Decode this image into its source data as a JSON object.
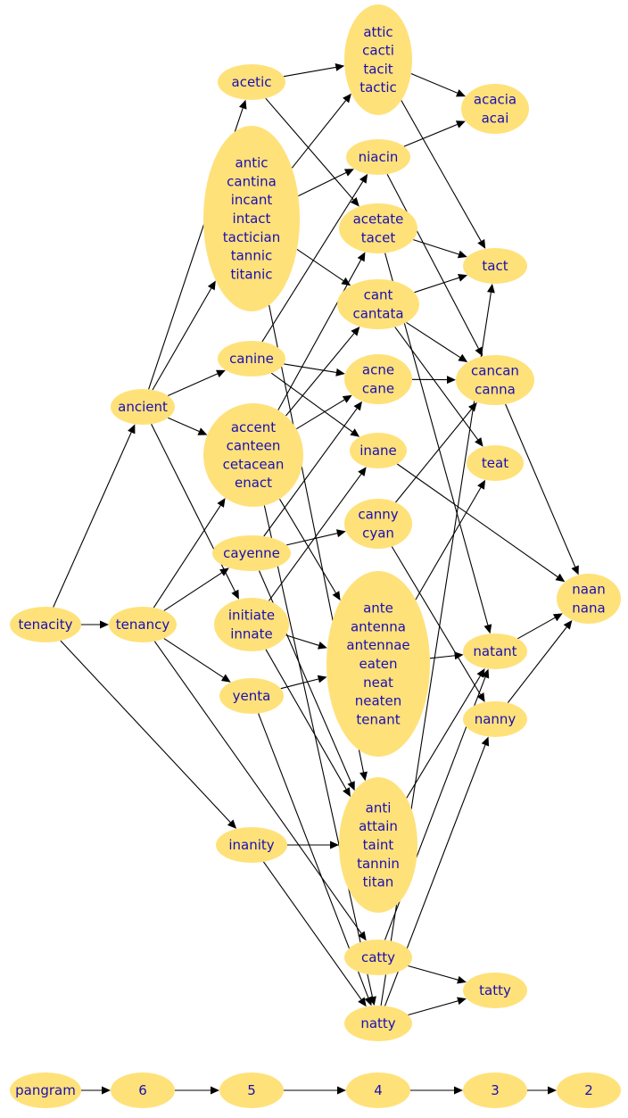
{
  "diagram": {
    "colors": {
      "node_fill": "#ffe17a",
      "label": "#1a0fb0",
      "edge": "#000000"
    },
    "nodes": [
      {
        "id": "tenacity",
        "lines": [
          "tenacity"
        ]
      },
      {
        "id": "tenancy",
        "lines": [
          "tenancy"
        ]
      },
      {
        "id": "ancient",
        "lines": [
          "ancient"
        ]
      },
      {
        "id": "acetic",
        "lines": [
          "acetic"
        ]
      },
      {
        "id": "antic",
        "lines": [
          "antic",
          "cantina",
          "incant",
          "intact",
          "tactician",
          "tannic",
          "titanic"
        ]
      },
      {
        "id": "canine",
        "lines": [
          "canine"
        ]
      },
      {
        "id": "accent",
        "lines": [
          "accent",
          "canteen",
          "cetacean",
          "enact"
        ]
      },
      {
        "id": "cayenne",
        "lines": [
          "cayenne"
        ]
      },
      {
        "id": "initiate",
        "lines": [
          "initiate",
          "innate"
        ]
      },
      {
        "id": "yenta",
        "lines": [
          "yenta"
        ]
      },
      {
        "id": "inanity",
        "lines": [
          "inanity"
        ]
      },
      {
        "id": "attic",
        "lines": [
          "attic",
          "cacti",
          "tacit",
          "tactic"
        ]
      },
      {
        "id": "niacin",
        "lines": [
          "niacin"
        ]
      },
      {
        "id": "acetate",
        "lines": [
          "acetate",
          "tacet"
        ]
      },
      {
        "id": "cant",
        "lines": [
          "cant",
          "cantata"
        ]
      },
      {
        "id": "acne",
        "lines": [
          "acne",
          "cane"
        ]
      },
      {
        "id": "inane",
        "lines": [
          "inane"
        ]
      },
      {
        "id": "canny",
        "lines": [
          "canny",
          "cyan"
        ]
      },
      {
        "id": "ante",
        "lines": [
          "ante",
          "antenna",
          "antennae",
          "eaten",
          "neat",
          "neaten",
          "tenant"
        ]
      },
      {
        "id": "anti",
        "lines": [
          "anti",
          "attain",
          "taint",
          "tannin",
          "titan"
        ]
      },
      {
        "id": "catty",
        "lines": [
          "catty"
        ]
      },
      {
        "id": "natty",
        "lines": [
          "natty"
        ]
      },
      {
        "id": "acacia",
        "lines": [
          "acacia",
          "acai"
        ]
      },
      {
        "id": "tact",
        "lines": [
          "tact"
        ]
      },
      {
        "id": "cancan",
        "lines": [
          "cancan",
          "canna"
        ]
      },
      {
        "id": "teat",
        "lines": [
          "teat"
        ]
      },
      {
        "id": "natant",
        "lines": [
          "natant"
        ]
      },
      {
        "id": "nanny",
        "lines": [
          "nanny"
        ]
      },
      {
        "id": "tatty",
        "lines": [
          "tatty"
        ]
      },
      {
        "id": "naan",
        "lines": [
          "naan",
          "nana"
        ]
      },
      {
        "id": "pangram",
        "lines": [
          "pangram"
        ]
      },
      {
        "id": "r6",
        "lines": [
          "6"
        ]
      },
      {
        "id": "r5",
        "lines": [
          "5"
        ]
      },
      {
        "id": "r4",
        "lines": [
          "4"
        ]
      },
      {
        "id": "r3",
        "lines": [
          "3"
        ]
      },
      {
        "id": "r2",
        "lines": [
          "2"
        ]
      }
    ],
    "edges": [
      [
        "tenacity",
        "tenancy"
      ],
      [
        "tenacity",
        "ancient"
      ],
      [
        "tenacity",
        "inanity"
      ],
      [
        "tenancy",
        "accent"
      ],
      [
        "tenancy",
        "cayenne"
      ],
      [
        "tenancy",
        "yenta"
      ],
      [
        "tenancy",
        "catty"
      ],
      [
        "ancient",
        "acetic"
      ],
      [
        "ancient",
        "antic"
      ],
      [
        "ancient",
        "canine"
      ],
      [
        "ancient",
        "accent"
      ],
      [
        "ancient",
        "initiate"
      ],
      [
        "acetic",
        "attic"
      ],
      [
        "acetic",
        "acetate"
      ],
      [
        "antic",
        "attic"
      ],
      [
        "antic",
        "niacin"
      ],
      [
        "antic",
        "cant"
      ],
      [
        "antic",
        "anti"
      ],
      [
        "canine",
        "niacin"
      ],
      [
        "canine",
        "acne"
      ],
      [
        "canine",
        "inane"
      ],
      [
        "accent",
        "acetate"
      ],
      [
        "accent",
        "cant"
      ],
      [
        "accent",
        "acne"
      ],
      [
        "accent",
        "ante"
      ],
      [
        "accent",
        "natty"
      ],
      [
        "cayenne",
        "acne"
      ],
      [
        "cayenne",
        "canny"
      ],
      [
        "cayenne",
        "anti"
      ],
      [
        "initiate",
        "inane"
      ],
      [
        "initiate",
        "ante"
      ],
      [
        "initiate",
        "anti"
      ],
      [
        "yenta",
        "ante"
      ],
      [
        "yenta",
        "natty"
      ],
      [
        "inanity",
        "anti"
      ],
      [
        "inanity",
        "natty"
      ],
      [
        "attic",
        "acacia"
      ],
      [
        "attic",
        "tact"
      ],
      [
        "niacin",
        "acacia"
      ],
      [
        "niacin",
        "cancan"
      ],
      [
        "acetate",
        "tact"
      ],
      [
        "acetate",
        "natant"
      ],
      [
        "cant",
        "tact"
      ],
      [
        "cant",
        "cancan"
      ],
      [
        "cant",
        "teat"
      ],
      [
        "acne",
        "cancan"
      ],
      [
        "inane",
        "naan"
      ],
      [
        "canny",
        "cancan"
      ],
      [
        "canny",
        "nanny"
      ],
      [
        "ante",
        "teat"
      ],
      [
        "ante",
        "natant"
      ],
      [
        "anti",
        "natant"
      ],
      [
        "catty",
        "natant"
      ],
      [
        "catty",
        "tatty"
      ],
      [
        "natty",
        "tact"
      ],
      [
        "natty",
        "nanny"
      ],
      [
        "natty",
        "tatty"
      ],
      [
        "cancan",
        "naan"
      ],
      [
        "natant",
        "naan"
      ],
      [
        "nanny",
        "naan"
      ],
      [
        "pangram",
        "r6"
      ],
      [
        "r6",
        "r5"
      ],
      [
        "r5",
        "r4"
      ],
      [
        "r4",
        "r3"
      ],
      [
        "r3",
        "r2"
      ]
    ]
  }
}
